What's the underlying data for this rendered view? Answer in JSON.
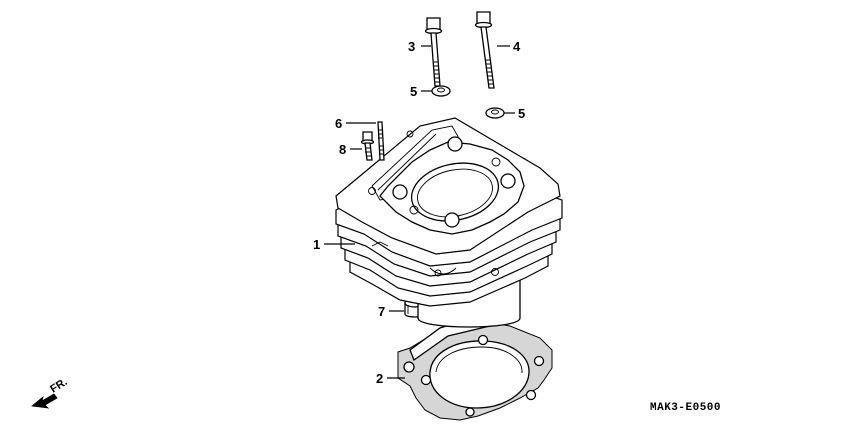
{
  "callouts": {
    "c1": "1",
    "c2": "2",
    "c3": "3",
    "c4": "4",
    "c5a": "5",
    "c5b": "5",
    "c6": "6",
    "c7": "7",
    "c8": "8"
  },
  "front_marker": "FR.",
  "diagram_code": "MAK3-E0500"
}
